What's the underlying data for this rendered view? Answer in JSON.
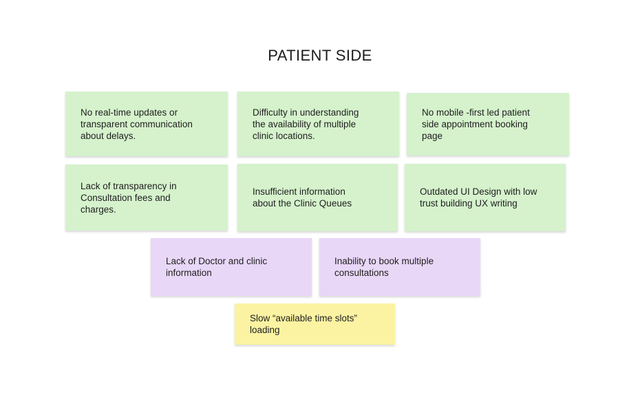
{
  "title": "PATIENT SIDE",
  "colors": {
    "green": "#d5f2cc",
    "purple": "#e9d7f8",
    "yellow": "#fbf3a2",
    "text": "#1e1e1e",
    "background": "#ffffff"
  },
  "notes": [
    {
      "color": "green",
      "text": "No real-time updates or\ntransparent communication\nabout delays."
    },
    {
      "color": "green",
      "text": "Difficulty in understanding\nthe availability of multiple\nclinic locations."
    },
    {
      "color": "green",
      "text": "No mobile -first led patient\nside appointment booking\npage"
    },
    {
      "color": "green",
      "text": "Lack of transparency in\nConsultation fees and\ncharges."
    },
    {
      "color": "green",
      "text": "Insufficient information\nabout the Clinic Queues"
    },
    {
      "color": "green",
      "text": "Outdated UI Design with low\ntrust building UX writing"
    },
    {
      "color": "purple",
      "text": "Lack of Doctor and clinic\ninformation"
    },
    {
      "color": "purple",
      "text": "Inability to book multiple\nconsultations"
    },
    {
      "color": "yellow",
      "text": "Slow “available time slots”\nloading"
    }
  ]
}
